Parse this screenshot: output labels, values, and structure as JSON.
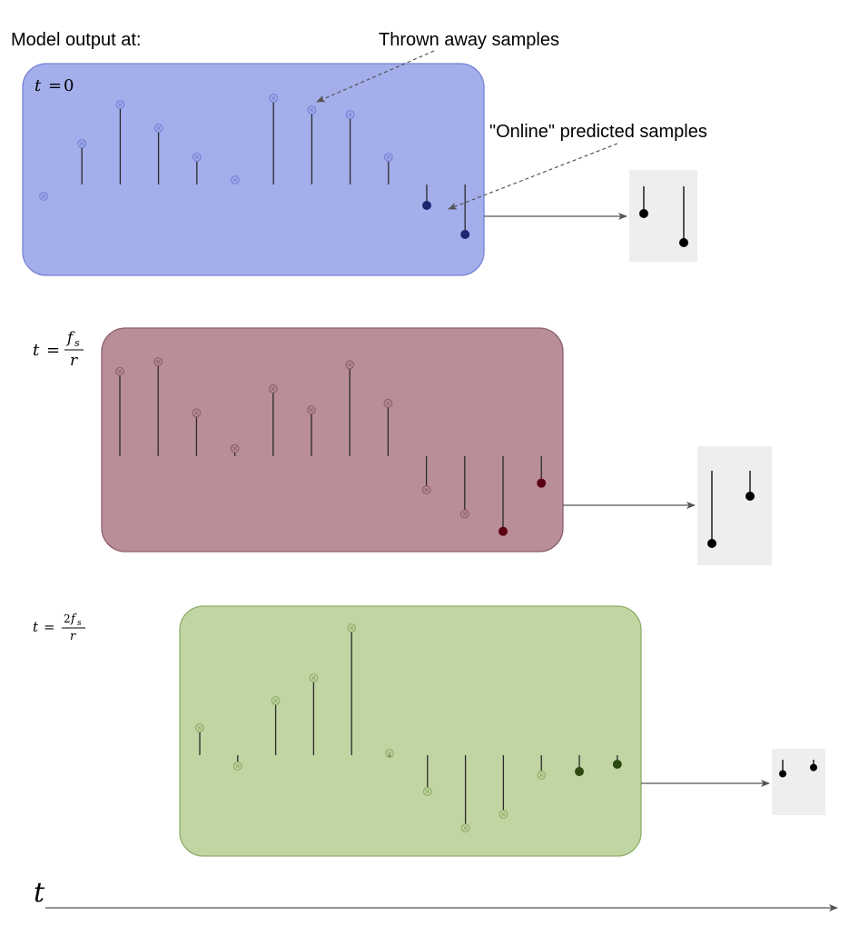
{
  "title": "Model output at:",
  "annotations": {
    "thrown_away": "Thrown away samples",
    "online": "\"Online\" predicted samples"
  },
  "time_axis_label": "t",
  "colors": {
    "panel_1_fill": "#a3aeeb",
    "panel_1_stroke": "#7782d8",
    "panel_1_dot": "#1b2670",
    "panel_2_fill": "#b98e99",
    "panel_2_stroke": "#8d5f6a",
    "panel_2_dot": "#5a0012",
    "panel_3_fill": "#c1d5a3",
    "panel_3_stroke": "#8fae69",
    "panel_3_dot": "#2d4a12",
    "output_box": "#eeeeee",
    "stem": "#2a2a2a",
    "arrow": "#555555"
  },
  "panels": [
    {
      "time_label": {
        "lhs": "t",
        "eq": "=",
        "value": "0"
      },
      "stems": [
        -0.13,
        0.45,
        0.88,
        0.62,
        0.3,
        0.05,
        0.95,
        0.82,
        0.77,
        0.3,
        -0.23,
        -0.55
      ],
      "online": [
        false,
        false,
        false,
        false,
        false,
        false,
        false,
        false,
        false,
        false,
        true,
        true
      ],
      "output": [
        -0.3,
        -0.62
      ]
    },
    {
      "time_label": {
        "lhs": "t",
        "eq": "=",
        "num": "f",
        "num_sub": "s",
        "den": "r"
      },
      "stems": [
        0.88,
        0.98,
        0.45,
        0.08,
        0.7,
        0.48,
        0.95,
        0.55,
        -0.35,
        -0.6,
        -0.78,
        -0.28
      ],
      "online": [
        false,
        false,
        false,
        false,
        false,
        false,
        false,
        false,
        false,
        false,
        true,
        true
      ],
      "output": [
        -0.8,
        -0.28
      ]
    },
    {
      "time_label": {
        "lhs": "t",
        "eq": "=",
        "num_coef": "2",
        "num": "f",
        "num_sub": "s",
        "den": "r"
      },
      "stems": [
        0.3,
        -0.12,
        0.6,
        0.85,
        1.4,
        0.02,
        -0.4,
        -0.8,
        -0.65,
        -0.22,
        -0.18,
        -0.1
      ],
      "online": [
        false,
        false,
        false,
        false,
        false,
        false,
        false,
        false,
        false,
        false,
        true,
        true
      ],
      "output": [
        -0.18,
        -0.1
      ]
    }
  ]
}
